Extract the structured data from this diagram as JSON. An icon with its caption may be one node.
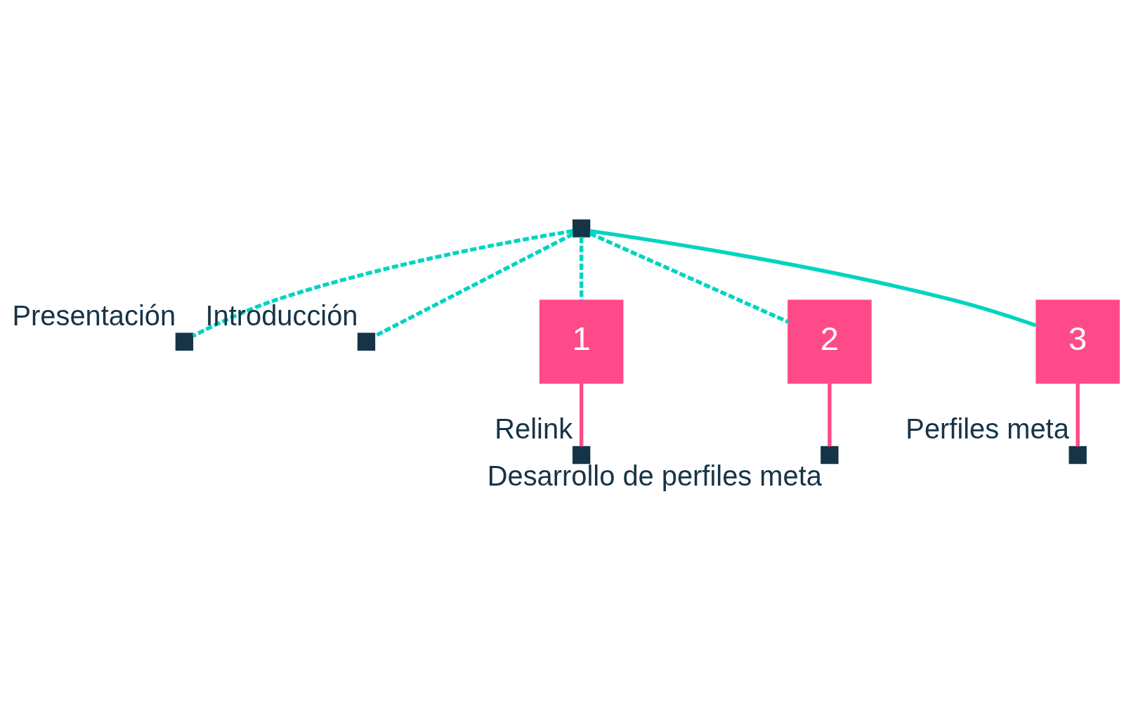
{
  "diagram": {
    "nodes": [
      {
        "text": [],
        "shape": "box"
      },
      {
        "text": [],
        "shape": "box",
        "beside": [
          "Presentación"
        ]
      },
      {
        "text": [],
        "shape": "box",
        "beside": [
          "Introducción"
        ]
      },
      {
        "text": [
          "1"
        ]
      },
      {
        "text": [
          "2"
        ]
      },
      {
        "text": [
          "3"
        ]
      },
      {
        "text": [],
        "shape": "box",
        "beside": [
          "Relink"
        ]
      },
      {
        "text": [],
        "shape": "box",
        "beside": [
          "Desarrollo de perfiles meta"
        ]
      },
      {
        "text": [],
        "shape": "box",
        "beside": [
          "Perfiles meta"
        ]
      }
    ],
    "edges": [
      {
        "from": 0,
        "to": 1,
        "arrow": "none",
        "style": "dashed"
      },
      {
        "from": 0,
        "to": 2,
        "arrow": "none",
        "style": "dashed"
      },
      {
        "from": 0,
        "to": 3,
        "arrow": "none",
        "style": "dashed"
      },
      {
        "from": 0,
        "to": 4,
        "arrow": "none",
        "style": "dashed"
      },
      {
        "from": 0,
        "to": 5,
        "arrow": "none"
      },
      {
        "from": 3,
        "to": 6,
        "arrow": "none",
        "color": "#ff4a8a"
      },
      {
        "from": 4,
        "to": 7,
        "arrow": "none",
        "color": "#ff4a8a"
      },
      {
        "from": 5,
        "to": 8,
        "arrow": "none",
        "color": "#ff4a8a"
      }
    ]
  }
}
